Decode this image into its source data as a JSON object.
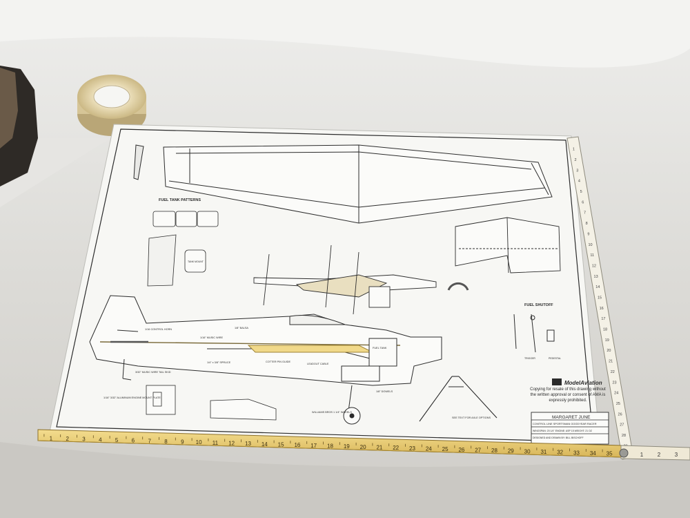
{
  "palette": {
    "backdrop": "#d6d4cf",
    "paper": "#f7f7f4",
    "ink": "#2b2b2b",
    "wood": "#f0d78a",
    "wood_dark": "#c9a949",
    "tape": "#d9c9a0"
  },
  "plan": {
    "section_labels": {
      "fuel_tank_patterns": "FUEL TANK PATTERNS",
      "fuel_shutoff": "FUEL SHUTOFF"
    },
    "callouts": {
      "balsa_1_8": "1/8\" BALSA",
      "spruce": "1/4\" x 3/8\" SPRUCE",
      "music_wire": "1/16\" MUSIC WIRE",
      "fuel_tank": "FUEL TANK",
      "tank_mount": "TANK MOUNT",
      "williams_bros": "WILLIAMS BROS 1 1/4\" WHEELS",
      "dowels": "1/8\" DOWELS",
      "see_text": "SEE TEXT FOR AXLE OPTIONS",
      "leadout_cable": "LEADOUT CABLE",
      "cotter_pin": "COTTER PIN GUIDE",
      "control_horn": "1/16 CONTROL HORN",
      "trigger": "TRIGGER",
      "pedestal": "PEDESTAL",
      "music_wire_tail": "3/32\" MUSIC WIRE TAIL SKID",
      "mount_plate": "1/16\" 3/32\" ALUMINUM ENGINE MOUNT PLATE"
    },
    "copyright_notice": "Copying for resale of this drawing without the written approval or consent of AMA is expressly prohibited.",
    "logo_text": "ModelAviation",
    "title_block": {
      "name": "MARGARET JUNE",
      "subtitle": "CONTROL LINE SPORTSMAN GOODYEAR RACER",
      "specs": "WINGSPAN: 20 1/4\"  ENGINE: ASP 15  WEIGHT: 21 OZ",
      "designer": "DESIGNED AND DRAWN BY: BILL BISCHOFF"
    }
  },
  "rulers": {
    "horizontal_numbers": [
      "1",
      "2",
      "3",
      "4",
      "5",
      "6",
      "7",
      "8",
      "9",
      "10",
      "11",
      "12",
      "13",
      "14",
      "15",
      "16",
      "17",
      "18",
      "19",
      "20",
      "21",
      "22",
      "23",
      "24",
      "25",
      "26",
      "27",
      "28",
      "29",
      "30",
      "31",
      "32",
      "33",
      "34",
      "35"
    ],
    "vertical_numbers": [
      "1",
      "2",
      "3",
      "4",
      "5",
      "6",
      "7",
      "8",
      "9",
      "10",
      "11",
      "12",
      "13",
      "14",
      "15",
      "16",
      "17",
      "18",
      "19",
      "20",
      "21",
      "22",
      "23",
      "24",
      "25",
      "26",
      "27",
      "28",
      "29"
    ],
    "end_numbers": [
      "1",
      "2",
      "3"
    ]
  }
}
